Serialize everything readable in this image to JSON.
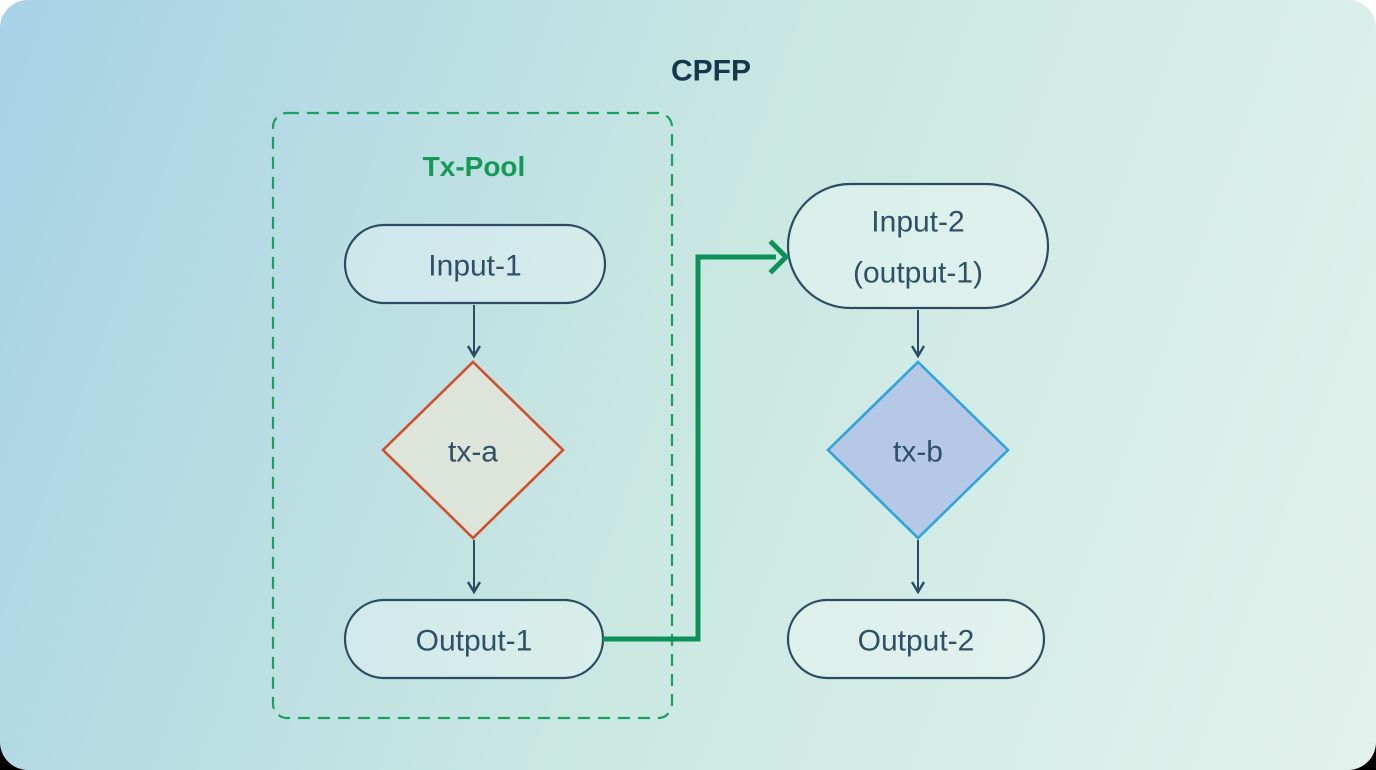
{
  "title": "CPFP",
  "tx_pool": {
    "label": "Tx-Pool"
  },
  "nodes": {
    "input_1": {
      "label": "Input-1"
    },
    "tx_a": {
      "label": "tx-a"
    },
    "output_1": {
      "label": "Output-1"
    },
    "input_2": {
      "label_line1": "Input-2",
      "label_line2": "(output-1)"
    },
    "tx_b": {
      "label": "tx-b"
    },
    "output_2": {
      "label": "Output-2"
    }
  },
  "colors": {
    "background_gradient_start": "#a7d2e5",
    "background_gradient_end": "#e2f2ec",
    "title_navy": "#16384c",
    "pool_border_green": "#18a05f",
    "pool_label_green": "#149a56",
    "connector_green": "#0e9159",
    "node_stroke_navy": "#2b4c63",
    "node_text_navy": "#2e5068",
    "tx_a_border_orange": "#d14f2c",
    "tx_a_fill": "#dde4d9",
    "tx_b_border_blue": "#2da4da",
    "tx_b_fill": "#b5c9e6"
  }
}
